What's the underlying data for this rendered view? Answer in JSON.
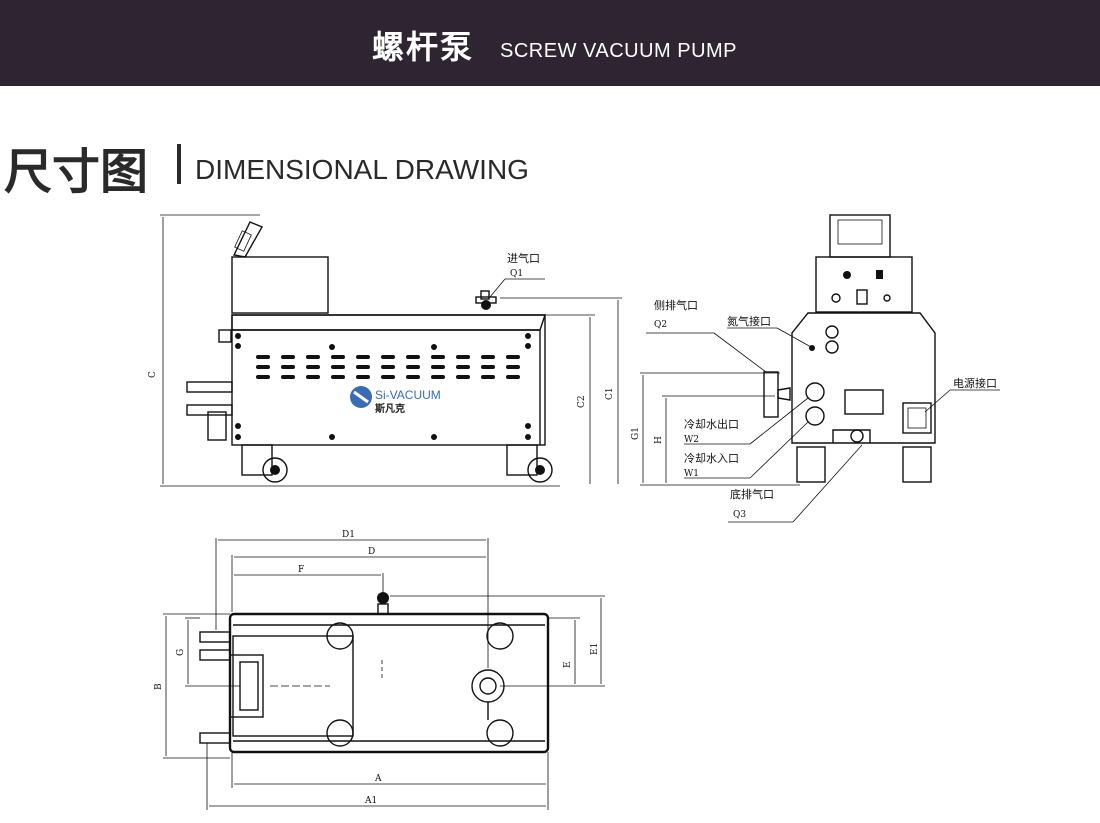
{
  "header": {
    "title_cn": "螺杆泵",
    "title_en": "SCREW VACUUM PUMP"
  },
  "section": {
    "title_cn": "尺寸图",
    "title_en": "DIMENSIONAL DRAWING"
  },
  "brand": {
    "name_en": "Si-VACUUM",
    "name_cn": "斯凡克",
    "color": "#3a6cb4"
  },
  "side_view": {
    "inlet_cn": "进气口",
    "inlet_code": "Q1",
    "dims": {
      "C": "C",
      "C1": "C1",
      "C2": "C2"
    }
  },
  "front_view": {
    "side_exhaust_cn": "侧排气口",
    "side_exhaust_code": "Q2",
    "nitrogen_cn": "氮气接口",
    "power_cn": "电源接口",
    "water_out_cn": "冷却水出口",
    "water_out_code": "W2",
    "water_in_cn": "冷却水入口",
    "water_in_code": "W1",
    "bottom_exhaust_cn": "底排气口",
    "bottom_exhaust_code": "Q3",
    "dims": {
      "G1": "G1",
      "H": "H"
    }
  },
  "top_view": {
    "dims": {
      "D1": "D1",
      "D": "D",
      "F": "F",
      "B": "B",
      "G": "G",
      "E": "E",
      "E1": "E1",
      "A": "A",
      "A1": "A1"
    }
  }
}
